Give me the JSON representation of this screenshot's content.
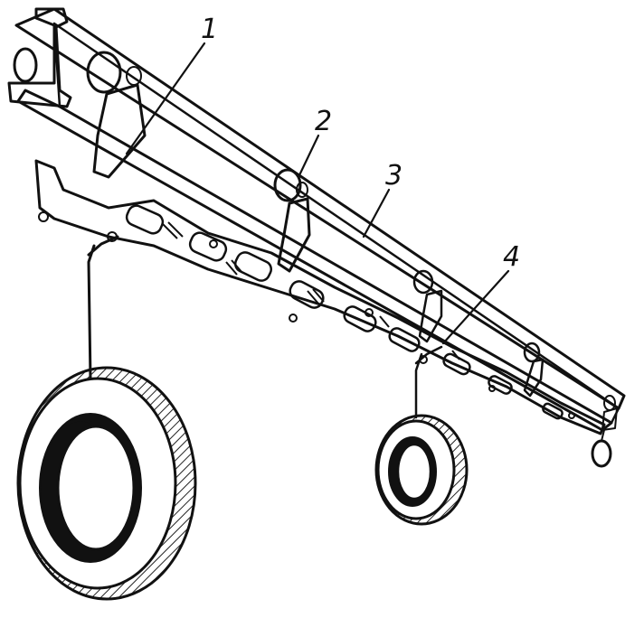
{
  "figure": {
    "callouts": [
      {
        "id": "1",
        "label": "1"
      },
      {
        "id": "2",
        "label": "2"
      },
      {
        "id": "3",
        "label": "3"
      },
      {
        "id": "4",
        "label": "4"
      }
    ],
    "colors": {
      "ink": "#111111",
      "paper": "#ffffff",
      "hatch": "#555555"
    }
  }
}
